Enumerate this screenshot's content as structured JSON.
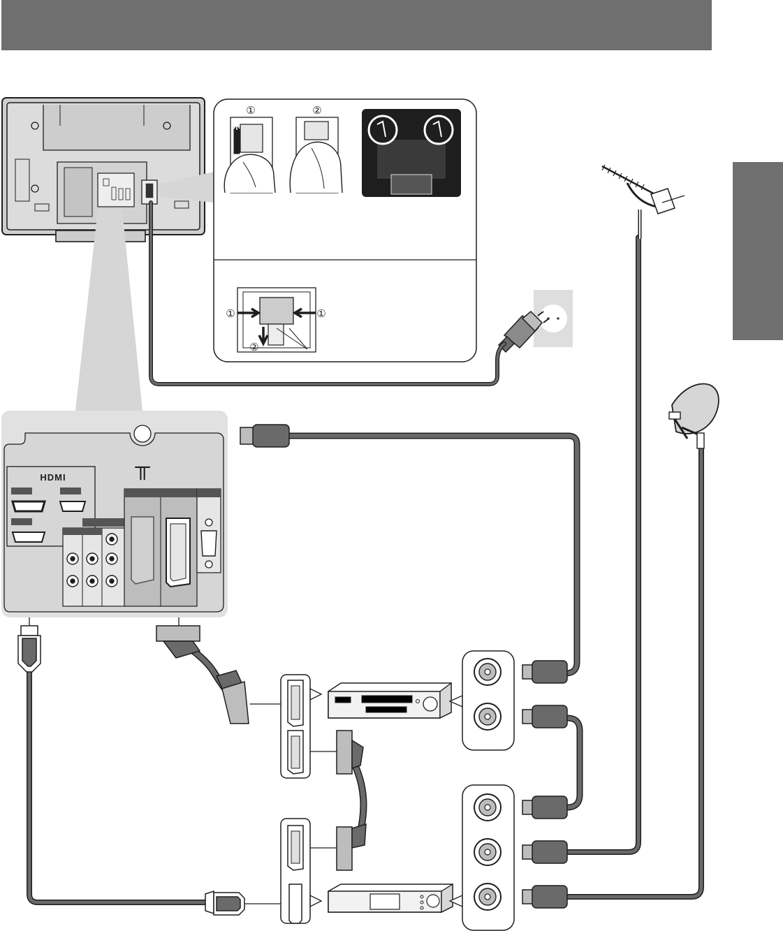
{
  "header": {
    "title": ""
  },
  "side_tab": {
    "label": ""
  },
  "tv_panel": {
    "hdmi_logo": "HDMI",
    "antenna_symbol": "╥"
  },
  "plug_steps": {
    "attach_step_1": "①",
    "attach_step_2": "②",
    "remove_step_1_left": "①",
    "remove_step_1_right": "①",
    "remove_step_2": "②"
  },
  "colors": {
    "header_bar": "#6f6f70",
    "panel_fill": "#e1e1e1",
    "cable": "#6a6a6a",
    "outline": "#1e1e1e"
  },
  "icons": [
    "antenna-icon",
    "satellite-dish-icon",
    "mains-socket-icon",
    "power-plug-icon",
    "vcr-icon",
    "set-top-box-icon"
  ]
}
